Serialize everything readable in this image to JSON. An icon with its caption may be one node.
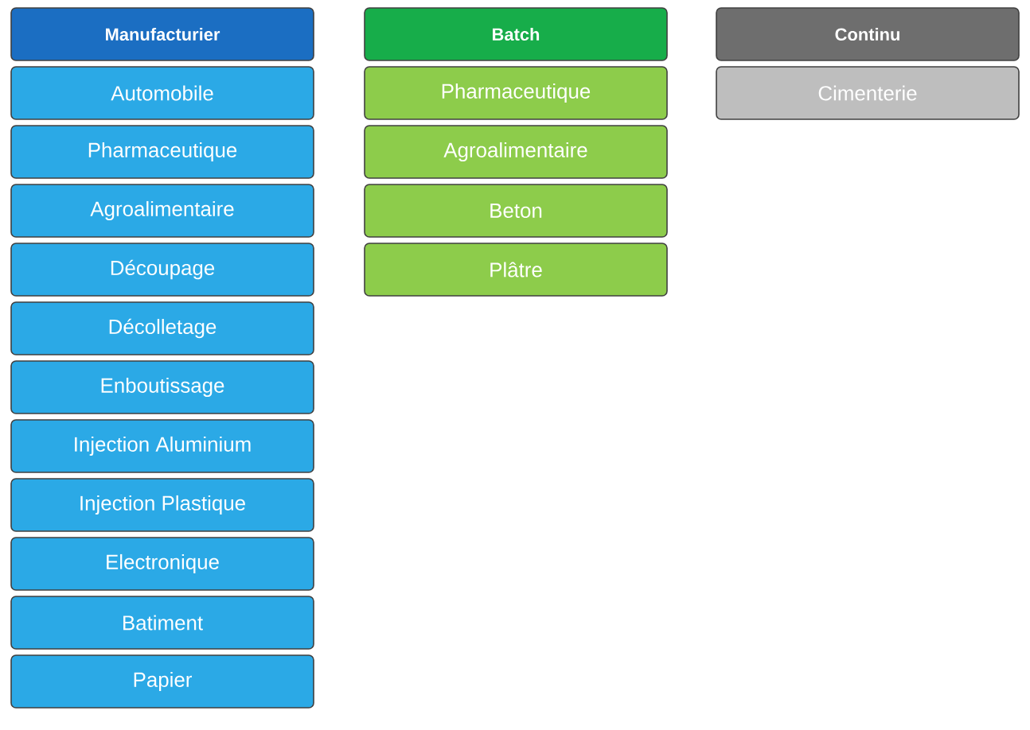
{
  "diagram": {
    "nodes": [
      {
        "text": [
          "Manufacturier"
        ]
      },
      {
        "text": [
          "Automobile"
        ]
      },
      {
        "text": [
          "Pharmaceutique"
        ]
      },
      {
        "text": [
          "Agroalimentaire"
        ]
      },
      {
        "text": [
          "Découpage"
        ]
      },
      {
        "text": [
          "Décolletage"
        ]
      },
      {
        "text": [
          "Enboutissage"
        ]
      },
      {
        "text": [
          "Injection Aluminium"
        ]
      },
      {
        "text": [
          "Injection Plastique"
        ]
      },
      {
        "text": [
          "Electronique"
        ]
      },
      {
        "text": [
          "Batiment"
        ]
      },
      {
        "text": [
          "Papier"
        ]
      },
      {
        "text": [
          "Batch"
        ]
      },
      {
        "text": [
          "Pharmaceutique"
        ]
      },
      {
        "text": [
          "Agroalimentaire"
        ]
      },
      {
        "text": [
          "Beton"
        ]
      },
      {
        "text": [
          "Plâtre"
        ]
      },
      {
        "text": [
          "Continu"
        ]
      },
      {
        "text": [
          "Cimenterie"
        ]
      }
    ]
  }
}
